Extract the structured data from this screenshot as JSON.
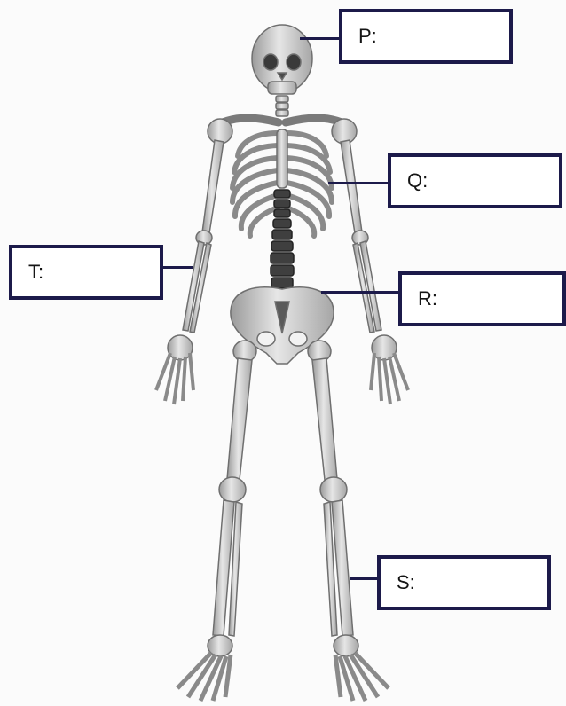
{
  "diagram": {
    "subject": "human skeleton",
    "colors": {
      "bone": "#d4d4d4",
      "bone_edge": "#7d7d7d",
      "box_border": "#1c1a4a",
      "leader_line": "#1c1a4a"
    },
    "labels": [
      {
        "id": "P",
        "text": "P:",
        "target": "skull"
      },
      {
        "id": "Q",
        "text": "Q:",
        "target": "rib-cage"
      },
      {
        "id": "R",
        "text": "R:",
        "target": "pelvis"
      },
      {
        "id": "S",
        "text": "S:",
        "target": "fibula"
      },
      {
        "id": "T",
        "text": "T:",
        "target": "forearm"
      }
    ]
  }
}
